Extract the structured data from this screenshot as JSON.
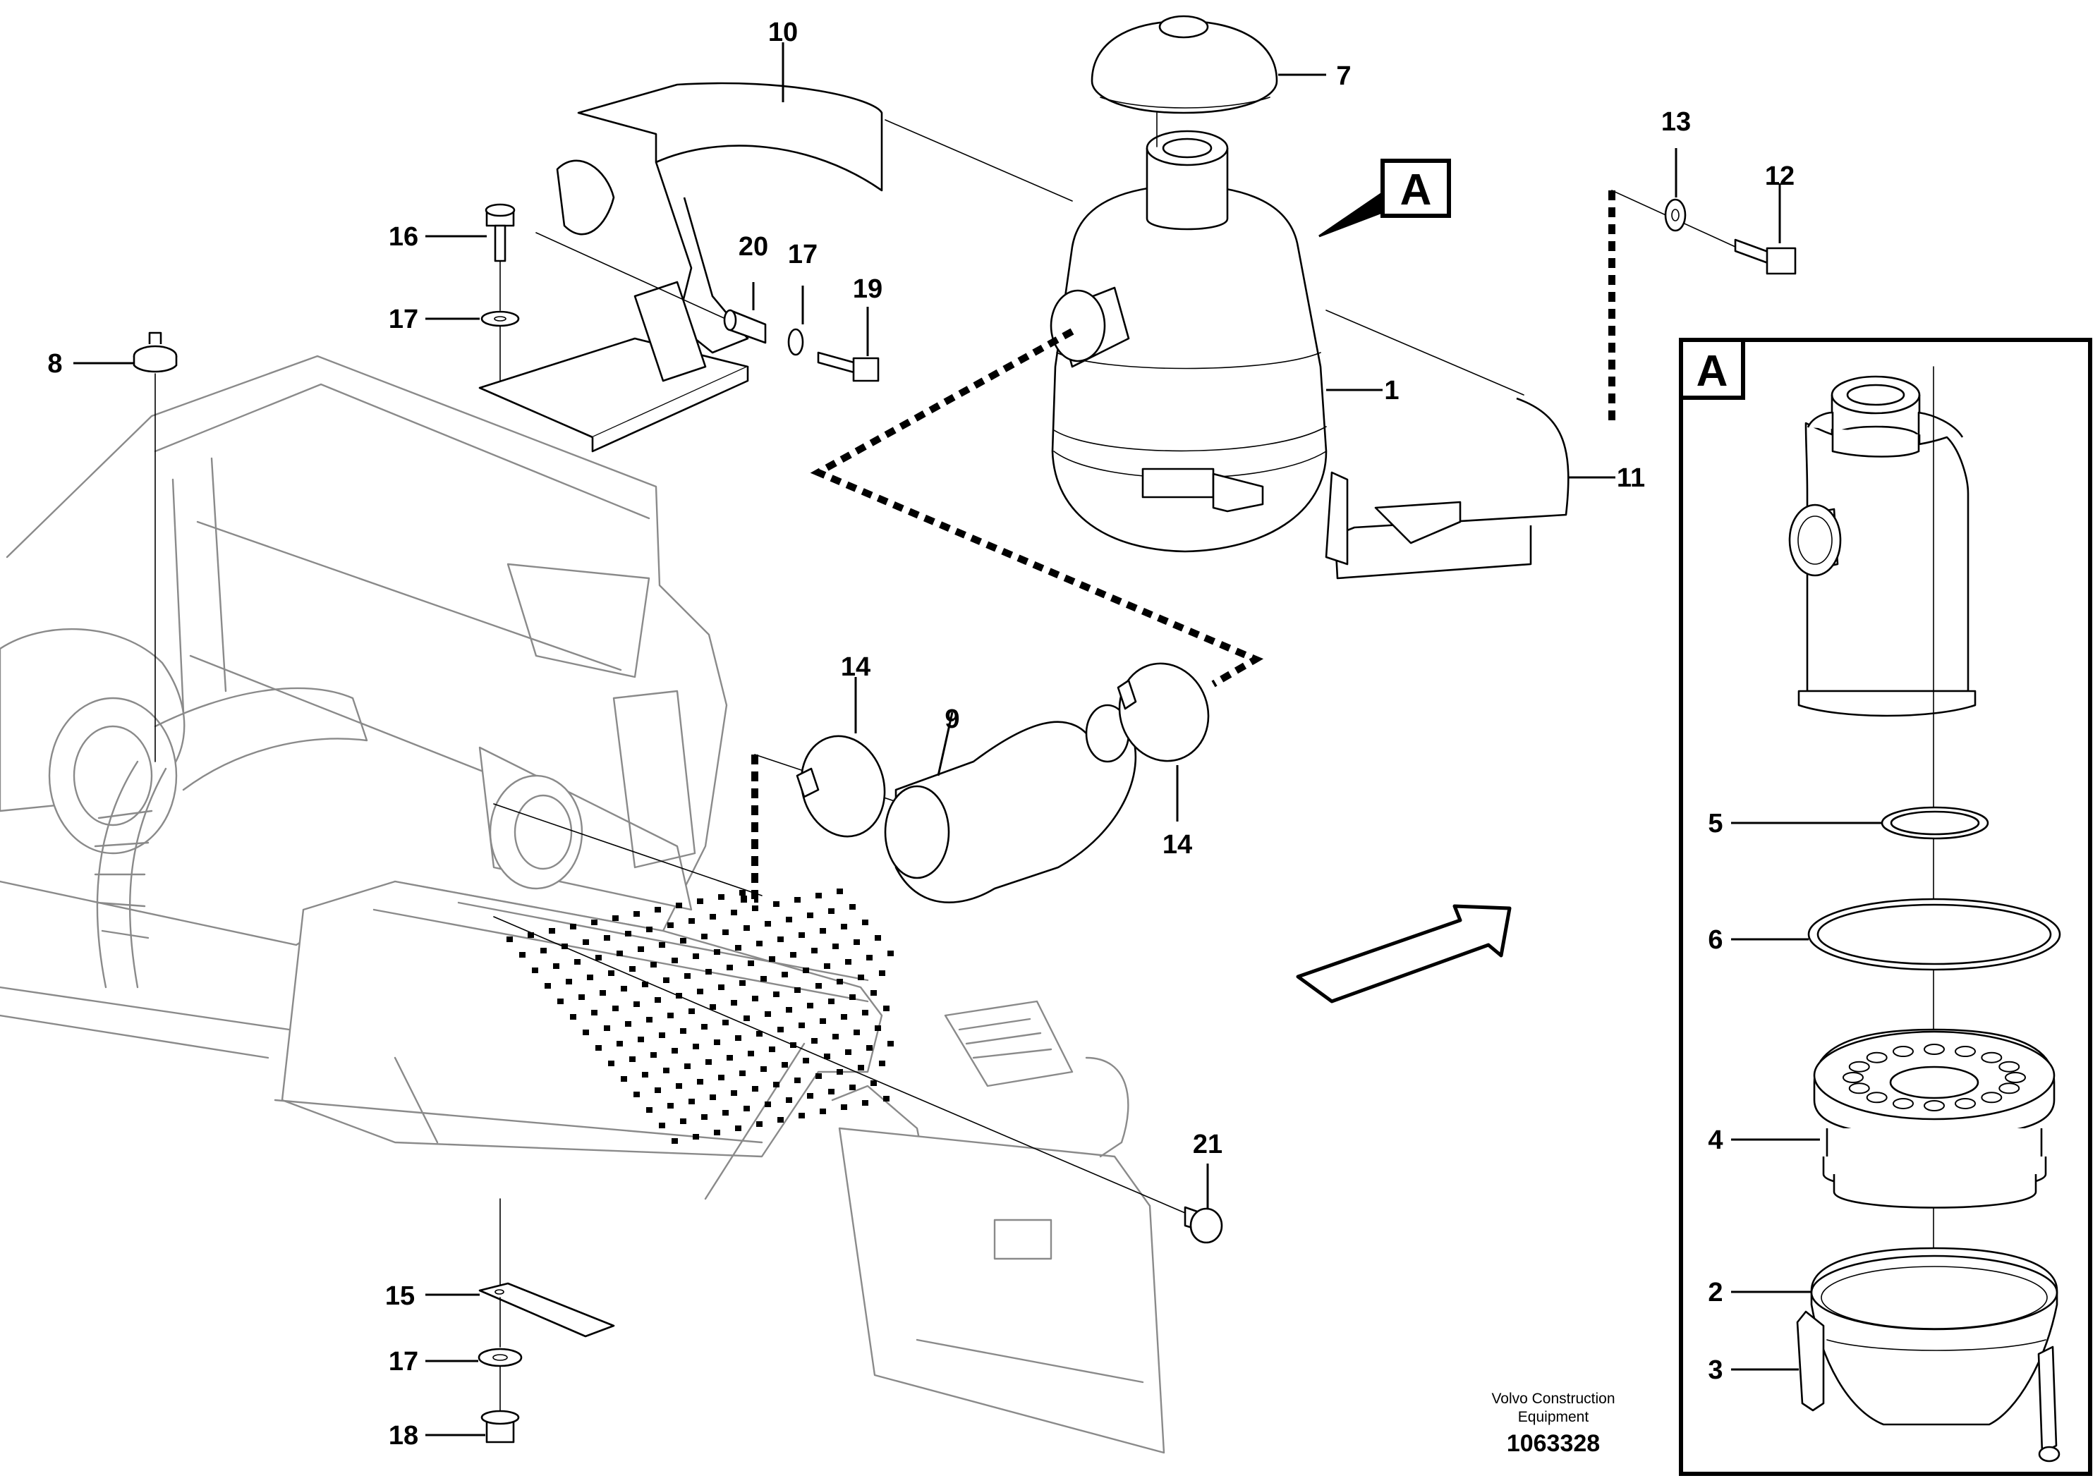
{
  "callouts": {
    "c1": "1",
    "c2": "2",
    "c3": "3",
    "c4": "4",
    "c5": "5",
    "c6": "6",
    "c7": "7",
    "c8": "8",
    "c9": "9",
    "c10": "10",
    "c11": "11",
    "c12": "12",
    "c13": "13",
    "c14a": "14",
    "c14b": "14",
    "c15": "15",
    "c16": "16",
    "c17a": "17",
    "c17b": "17",
    "c17c": "17",
    "c18": "18",
    "c19": "19",
    "c20": "20",
    "c21": "21"
  },
  "detail": {
    "marker": "A",
    "panel_label": "A"
  },
  "footer": {
    "company_line1": "Volvo Construction",
    "company_line2": "Equipment",
    "drawing_number": "1063328"
  },
  "colors": {
    "line": "#000000",
    "machine_outline": "#8a8a8a",
    "background": "#ffffff"
  }
}
